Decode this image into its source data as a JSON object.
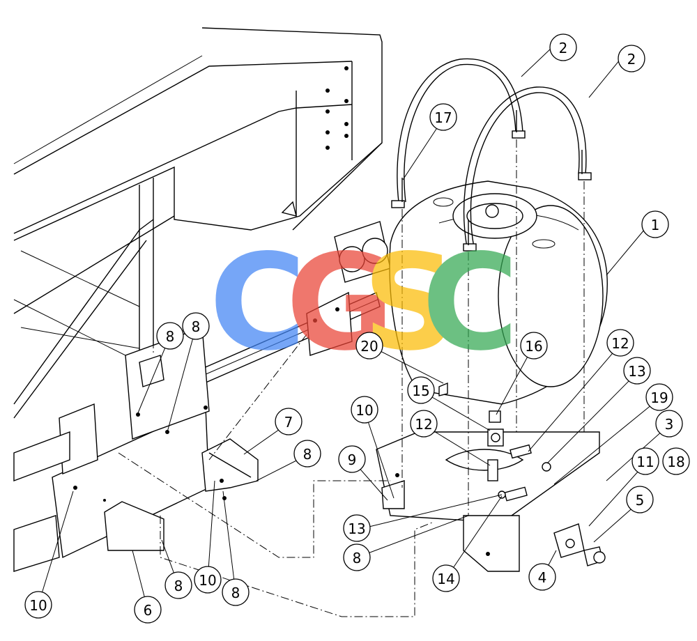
{
  "callouts": [
    {
      "label": "2"
    },
    {
      "label": "2"
    },
    {
      "label": "17"
    },
    {
      "label": "1"
    },
    {
      "label": "8"
    },
    {
      "label": "8"
    },
    {
      "label": "20"
    },
    {
      "label": "16"
    },
    {
      "label": "12"
    },
    {
      "label": "13"
    },
    {
      "label": "19"
    },
    {
      "label": "15"
    },
    {
      "label": "3"
    },
    {
      "label": "10"
    },
    {
      "label": "7"
    },
    {
      "label": "12"
    },
    {
      "label": "11"
    },
    {
      "label": "18"
    },
    {
      "label": "9"
    },
    {
      "label": "8"
    },
    {
      "label": "5"
    },
    {
      "label": "13"
    },
    {
      "label": "4"
    },
    {
      "label": "8"
    },
    {
      "label": "14"
    },
    {
      "label": "10"
    },
    {
      "label": "8"
    },
    {
      "label": "10"
    },
    {
      "label": "8"
    },
    {
      "label": "6"
    }
  ],
  "watermark": {
    "letters": [
      "C",
      "G",
      "S",
      "C"
    ],
    "colors": [
      "#4285F4",
      "#EA4335",
      "#FBBC05",
      "#34A853"
    ]
  }
}
